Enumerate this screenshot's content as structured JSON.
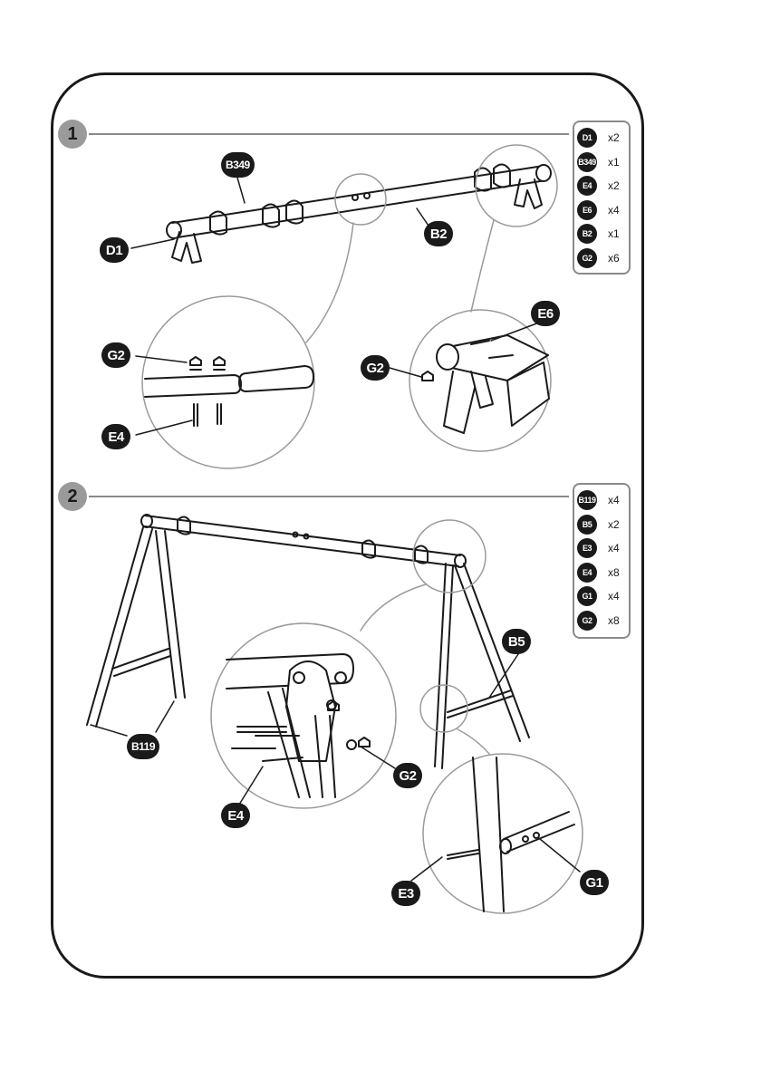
{
  "steps": [
    {
      "number": "1",
      "legend": [
        {
          "code": "D1",
          "qty": "x2"
        },
        {
          "code": "B349",
          "qty": "x1"
        },
        {
          "code": "E4",
          "qty": "x2"
        },
        {
          "code": "E6",
          "qty": "x4"
        },
        {
          "code": "B2",
          "qty": "x1"
        },
        {
          "code": "G2",
          "qty": "x6"
        }
      ],
      "callouts": {
        "b349": "B349",
        "d1": "D1",
        "b2": "B2",
        "g2_left": "G2",
        "e4": "E4",
        "e6": "E6",
        "g2_right": "G2"
      }
    },
    {
      "number": "2",
      "legend": [
        {
          "code": "B119",
          "qty": "x4"
        },
        {
          "code": "B5",
          "qty": "x2"
        },
        {
          "code": "E3",
          "qty": "x4"
        },
        {
          "code": "E4",
          "qty": "x8"
        },
        {
          "code": "G1",
          "qty": "x4"
        },
        {
          "code": "G2",
          "qty": "x8"
        }
      ],
      "callouts": {
        "b119": "B119",
        "b5": "B5",
        "g2": "G2",
        "e4": "E4",
        "e3": "E3",
        "g1": "G1"
      }
    }
  ],
  "colors": {
    "ink": "#1a1a1a",
    "step_grey": "#9a9a9a",
    "line_grey": "#8a8a8a"
  }
}
